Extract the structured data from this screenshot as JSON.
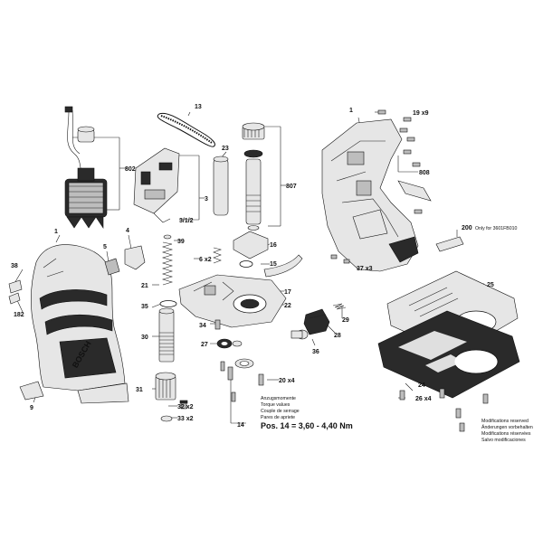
{
  "labels": {
    "p1_left": "1",
    "p1_right": "1",
    "p3": "3",
    "p3_12": "3/1/2",
    "p4": "4",
    "p5": "5",
    "p6": "6 x2",
    "p9": "9",
    "p13": "13",
    "p14": "14",
    "p15": "15",
    "p16": "16",
    "p17": "17",
    "p19": "19 x9",
    "p20": "20 x4",
    "p21": "21",
    "p22": "22",
    "p23": "23",
    "p24": "24",
    "p25": "25",
    "p26": "26 x4",
    "p27": "27",
    "p28": "28",
    "p29": "29",
    "p30": "30",
    "p31": "31",
    "p32": "32 x2",
    "p33": "33 x2",
    "p34": "34",
    "p35": "35",
    "p36": "36",
    "p37": "37 x3",
    "p38": "38",
    "p39": "39",
    "p182": "182",
    "p200": "200",
    "p802": "802",
    "p807": "807",
    "p808": "808"
  },
  "notes": {
    "only_for": "Only for 3601FB010",
    "torque_lines": [
      "Anzugsmomente",
      "Torque values",
      "Couple de serrage",
      "Pares de apriete"
    ],
    "torque_spec": "Pos. 14 = 3,60 - 4,40 Nm",
    "mod_lines": [
      "Modifications reserved",
      "Änderungen vorbehalten",
      "Modifications réservées",
      "Salvo modificaciones"
    ]
  }
}
